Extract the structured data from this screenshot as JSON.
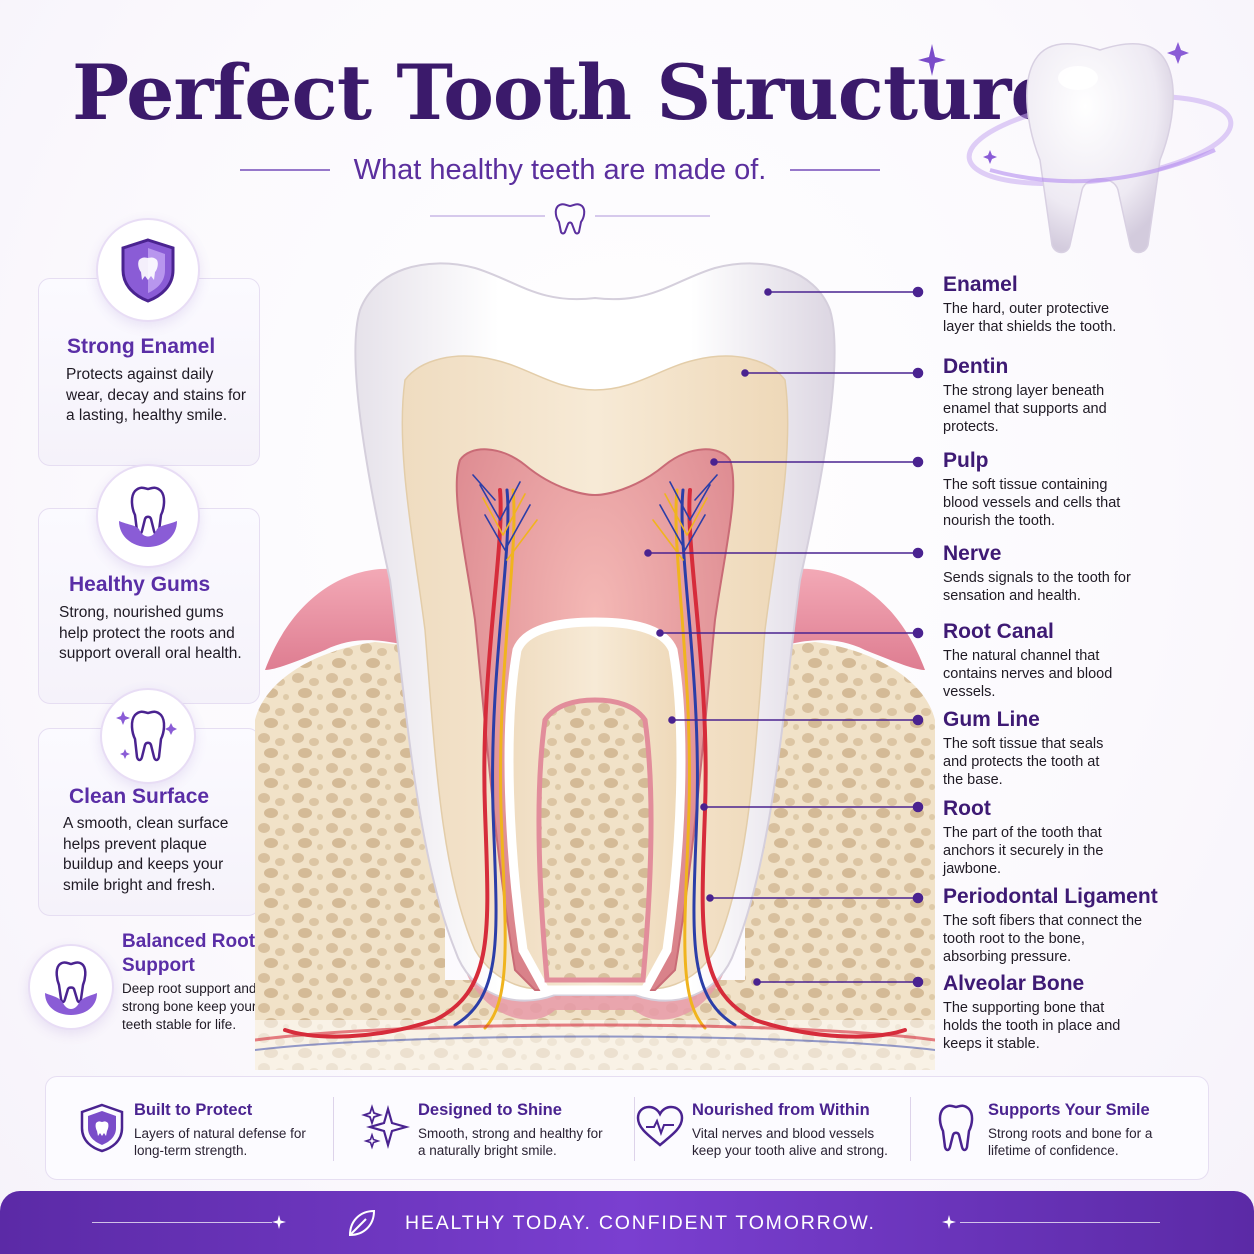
{
  "header": {
    "title": "Perfect Tooth Structure",
    "subtitle": "What healthy teeth are made of."
  },
  "colors": {
    "primary_purple": "#3b1a6b",
    "accent_purple": "#6b3fb3",
    "gum_pink": "#e68a9c",
    "bone_beige": "#ecdcc2",
    "footer_purple": "#6a33bd"
  },
  "left_cards": [
    {
      "icon": "shield-icon",
      "title": "Strong Enamel",
      "text": "Protects against daily wear, decay and stains for a lasting, healthy smile."
    },
    {
      "icon": "tooth-gum-icon",
      "title": "Healthy Gums",
      "text": "Strong, nourished gums help protect the roots and support overall oral health."
    },
    {
      "icon": "sparkle-tooth-icon",
      "title": "Clean Surface",
      "text": "A smooth, clean surface helps prevent plaque buildup and keeps your smile bright and fresh."
    },
    {
      "icon": "tooth-root-icon",
      "title": "Balanced Root Support",
      "text": "Deep root support and strong bone keep your teeth stable for life."
    }
  ],
  "labels": [
    {
      "title": "Enamel",
      "text": "The hard, outer protective layer that shields the tooth."
    },
    {
      "title": "Dentin",
      "text": "The strong layer beneath enamel that supports and protects."
    },
    {
      "title": "Pulp",
      "text": "The soft tissue containing blood vessels and cells that nourish the tooth."
    },
    {
      "title": "Nerve",
      "text": "Sends signals to the tooth for sensation and health."
    },
    {
      "title": "Root Canal",
      "text": "The natural channel that contains nerves and blood vessels."
    },
    {
      "title": "Gum Line",
      "text": "The soft tissue that seals and protects the tooth at the base."
    },
    {
      "title": "Root",
      "text": "The part of the tooth that anchors it securely in the jawbone."
    },
    {
      "title": "Periodontal Ligament",
      "text": "The soft fibers that connect the tooth root to the bone, absorbing pressure."
    },
    {
      "title": "Alveolar Bone",
      "text": "The supporting bone that holds the tooth in place and keeps it stable."
    }
  ],
  "benefits": [
    {
      "icon": "shield-icon",
      "title": "Built to Protect",
      "text": "Layers of natural defense for long-term strength."
    },
    {
      "icon": "sparkles-icon",
      "title": "Designed to Shine",
      "text": "Smooth, strong and healthy for a naturally bright smile."
    },
    {
      "icon": "heart-icon",
      "title": "Nourished from Within",
      "text": "Vital nerves and blood vessels keep your tooth alive and strong."
    },
    {
      "icon": "tooth-icon",
      "title": "Supports Your Smile",
      "text": "Strong roots and bone for a lifetime of confidence."
    }
  ],
  "footer": {
    "tagline": "HEALTHY TODAY.  CONFIDENT TOMORROW."
  }
}
